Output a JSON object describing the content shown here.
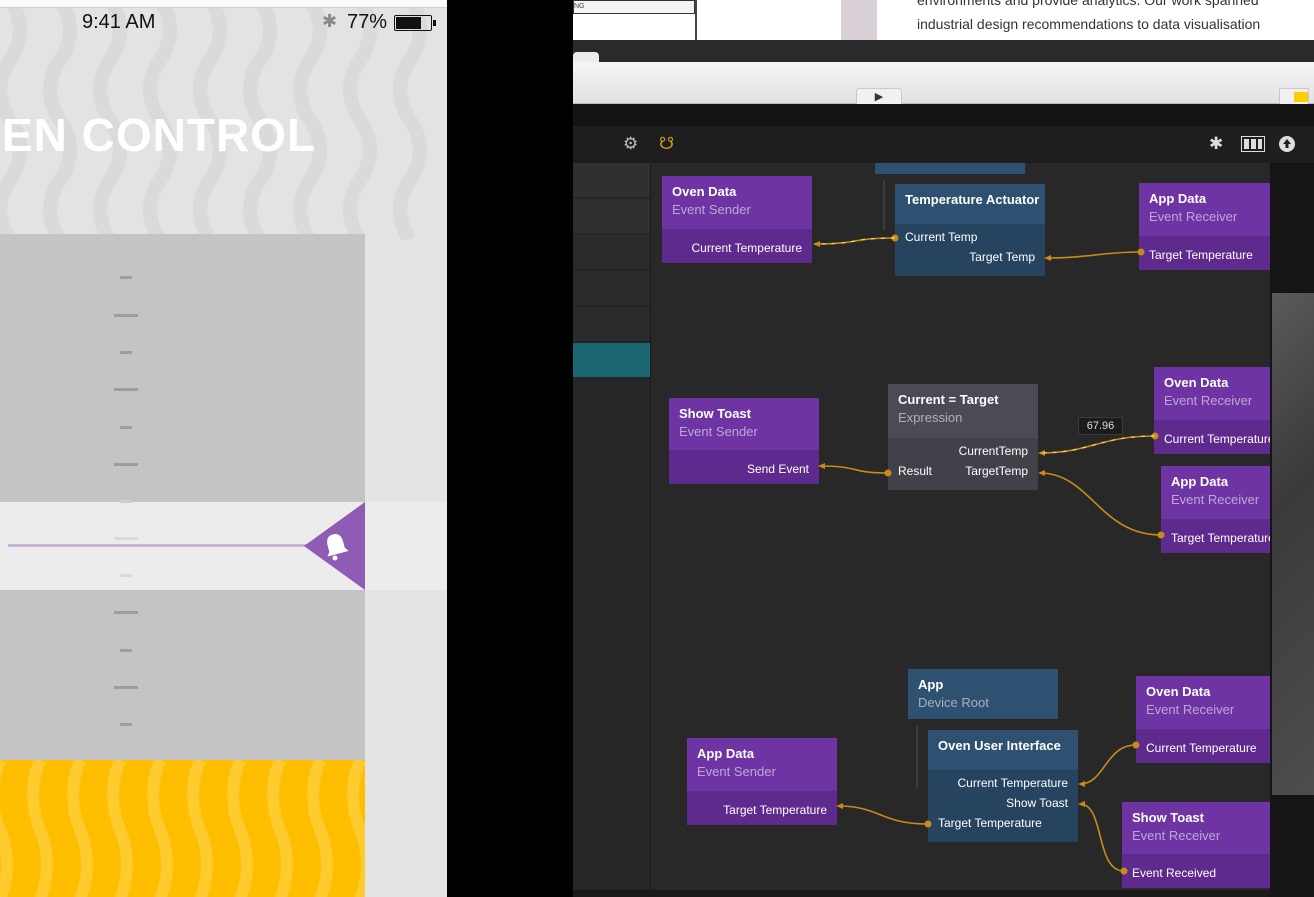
{
  "phone": {
    "status_bar": {
      "time": "9:41 AM",
      "bluetooth_icon": "bluetooth-icon",
      "battery_percent": "77%",
      "battery_level": 0.77
    },
    "title": "EN CONTROL",
    "alarm_icon": "bell-icon",
    "colors": {
      "accent": "#8e5bb5",
      "gauge": "#c4c4c4",
      "yellow": "#ffbe00"
    }
  },
  "web": {
    "thumb_label": "NG",
    "text_lines": [
      "environments and provide analytics.  Our work spanned",
      "industrial design recommendations to data visualisation"
    ]
  },
  "browser_toolbar": {
    "play_icon": "play-icon",
    "grid_icon": "grid-icon"
  },
  "editor": {
    "toolbar": {
      "settings_icon": "gear-icon",
      "connect_icon": "pin-icon",
      "debug_icon": "bug-icon",
      "layout_icon": "columns-icon",
      "deploy_icon": "upload-icon"
    },
    "nodes": [
      {
        "id": "oven-data-sender-1",
        "name": "Oven Data",
        "type": "Event Sender",
        "ports": [
          "Current Temperature"
        ]
      },
      {
        "id": "temperature-actuator",
        "name": "Temperature Actuator",
        "type": "",
        "ports": [
          "Current Temp",
          "Target Temp"
        ]
      },
      {
        "id": "app-data-receiver-1",
        "name": "App Data",
        "type": "Event Receiver",
        "ports": [
          "Target Temperature"
        ]
      },
      {
        "id": "show-toast-sender",
        "name": "Show Toast",
        "type": "Event Sender",
        "ports": [
          "Send Event"
        ]
      },
      {
        "id": "current-equals-target",
        "name": "Current = Target",
        "type": "Expression",
        "ports": [
          "CurrentTemp",
          "Result",
          "TargetTemp"
        ]
      },
      {
        "id": "oven-data-receiver-1",
        "name": "Oven Data",
        "type": "Event Receiver",
        "ports": [
          "Current Temperature"
        ]
      },
      {
        "id": "app-data-receiver-2",
        "name": "App Data",
        "type": "Event Receiver",
        "ports": [
          "Target Temperature"
        ]
      },
      {
        "id": "app-root",
        "name": "App",
        "type": "Device Root",
        "ports": []
      },
      {
        "id": "oven-user-interface",
        "name": "Oven User Interface",
        "type": "",
        "ports": [
          "Current Temperature",
          "Show Toast",
          "Target Temperature"
        ]
      },
      {
        "id": "app-data-sender",
        "name": "App Data",
        "type": "Event Sender",
        "ports": [
          "Target Temperature"
        ]
      },
      {
        "id": "oven-data-receiver-2",
        "name": "Oven Data",
        "type": "Event Receiver",
        "ports": [
          "Current Temperature"
        ]
      },
      {
        "id": "show-toast-receiver",
        "name": "Show Toast",
        "type": "Event Receiver",
        "ports": [
          "Event Received"
        ]
      }
    ],
    "live_value": "67.96",
    "colors": {
      "event_node": "#6f34a3",
      "component_node": "#2e5071",
      "expression_node": "#4b4b55",
      "wire": "#c98a1a",
      "selected_row": "#1a6672"
    }
  }
}
